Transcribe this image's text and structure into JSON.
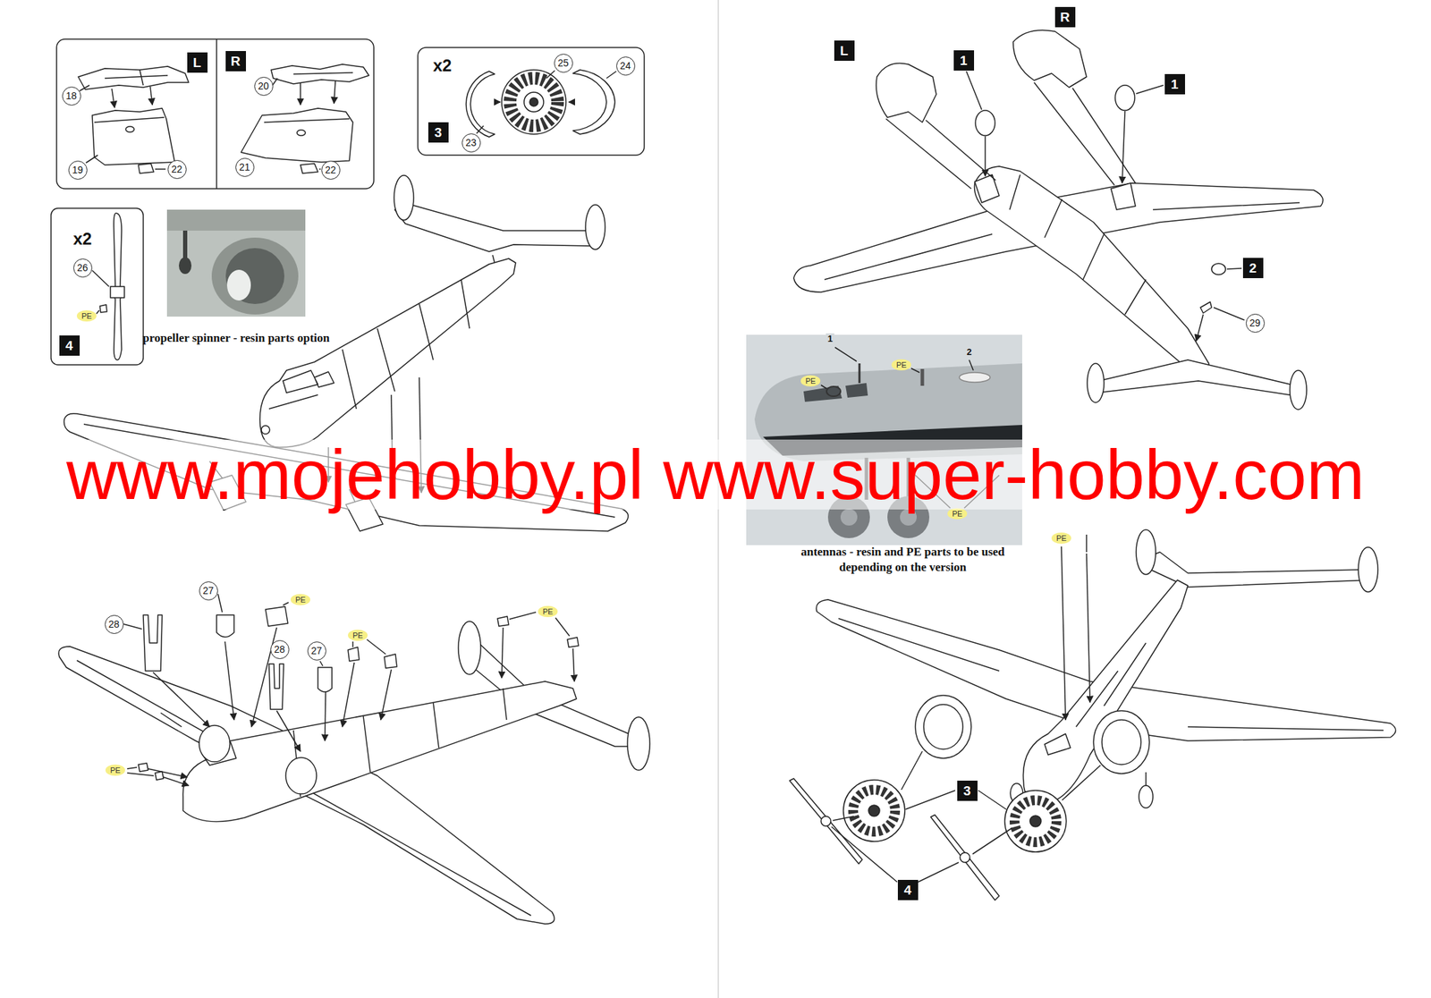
{
  "diagram": {
    "nodes": [
      {
        "text": [
          "L"
        ]
      },
      {
        "text": [
          "R"
        ]
      },
      {
        "text": [
          "18"
        ]
      },
      {
        "text": [
          "19"
        ]
      },
      {
        "text": [
          "22"
        ]
      },
      {
        "text": [
          "20"
        ]
      },
      {
        "text": [
          "21"
        ]
      },
      {
        "text": [
          "22"
        ]
      },
      {
        "text": [
          "25"
        ]
      },
      {
        "text": [
          "24"
        ]
      },
      {
        "text": [
          "3"
        ]
      },
      {
        "text": [
          "23"
        ]
      },
      {
        "text": [
          "26"
        ]
      },
      {
        "text": [
          "PE"
        ]
      },
      {
        "text": [
          "4"
        ]
      },
      {
        "text": [
          "L"
        ]
      },
      {
        "text": [
          "R"
        ]
      },
      {
        "text": [
          "1"
        ]
      },
      {
        "text": [
          "1"
        ]
      },
      {
        "text": [
          "2"
        ]
      },
      {
        "text": [
          "29"
        ]
      },
      {
        "text": [
          "PE"
        ]
      },
      {
        "text": [
          "PE"
        ]
      },
      {
        "text": [
          "PE"
        ]
      },
      {
        "text": [
          "PE"
        ]
      },
      {
        "text": [
          "28"
        ]
      },
      {
        "text": [
          "27"
        ]
      },
      {
        "text": [
          "PE"
        ]
      },
      {
        "text": [
          "28"
        ]
      },
      {
        "text": [
          "27"
        ]
      },
      {
        "text": [
          "PE"
        ]
      },
      {
        "text": [
          "PE"
        ]
      },
      {
        "text": [
          "PE"
        ]
      },
      {
        "text": [
          "3"
        ]
      },
      {
        "text": [
          "4"
        ]
      }
    ],
    "labels": [
      "x2",
      "x2",
      "propeller spinner - resin parts option",
      "1",
      "2",
      "antennas - resin and PE parts to be used depending on the version",
      "www.mojehobby.pl www.super-hobby.com"
    ]
  }
}
